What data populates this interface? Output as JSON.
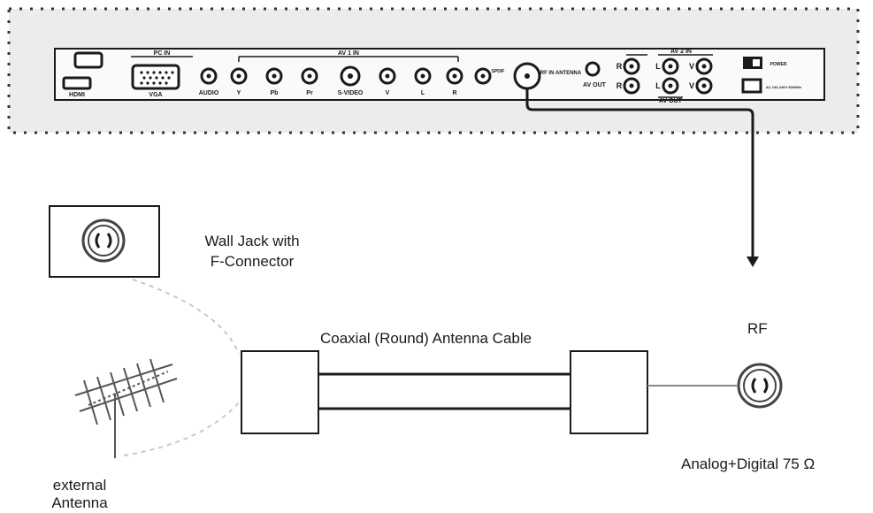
{
  "panel": {
    "jack_labels": [
      "HDMI",
      "VGA",
      "AUDIO",
      "Y",
      "Pb",
      "Pr",
      "S-VIDEO",
      "V",
      "L",
      "R",
      "SPDIF",
      "RF IN ANTENNA",
      "AV OUT"
    ],
    "group_labels": [
      "PC IN",
      "AV 1 IN",
      "AV 2 IN",
      "AV OUT"
    ],
    "side_jack_letters": [
      "R",
      "R",
      "L",
      "L",
      "V",
      "V"
    ],
    "power_label": "POWER",
    "power_sub_label": "AC 100-240V 50/60Hz"
  },
  "labels": {
    "wall_jack": [
      "Wall Jack with",
      "F-Connector"
    ],
    "cable": "Coaxial (Round) Antenna Cable",
    "rf": "RF",
    "rf_spec": "Analog+Digital 75 Ω",
    "antenna": [
      "external",
      "Antenna"
    ]
  },
  "colors": {
    "panel_fill": "#ececec",
    "line": "#1a1a1a",
    "dotted": "#333333",
    "light_dotted": "#c8c8c8",
    "cable_line": "#888888"
  }
}
